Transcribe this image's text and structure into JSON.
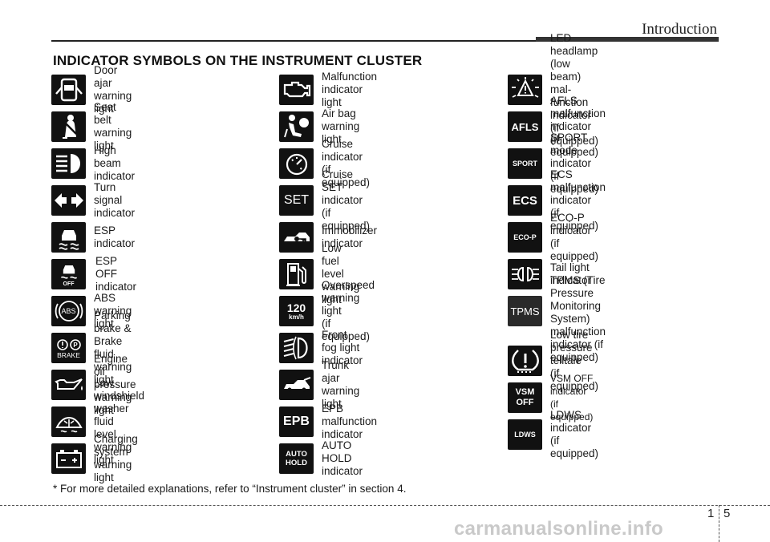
{
  "header": {
    "section": "Introduction",
    "heading": "INDICATOR SYMBOLS ON THE INSTRUMENT CLUSTER"
  },
  "columns": [
    [
      {
        "icon": "door-ajar-icon",
        "label": "Door ajar warning light"
      },
      {
        "icon": "seat-belt-icon",
        "label": "Seat belt warning light"
      },
      {
        "icon": "high-beam-icon",
        "label": "High beam indicator"
      },
      {
        "icon": "turn-signal-icon",
        "label": "Turn signal indicator"
      },
      {
        "icon": "esp-icon",
        "label": "ESP indicator"
      },
      {
        "icon": "esp-off-icon",
        "label": "ESP OFF indicator",
        "icon_text": "OFF"
      },
      {
        "icon": "abs-icon",
        "label": "ABS warning light",
        "icon_text": "ABS"
      },
      {
        "icon": "brake-icon",
        "label": "Parking brake & Brake fluid\nwarning light",
        "icon_text": "BRAKE"
      },
      {
        "icon": "oil-pressure-icon",
        "label": "Engine oil pressure warning\nlight"
      },
      {
        "icon": "washer-fluid-icon",
        "label": "Low windshield washer fluid\nlevel warning light"
      },
      {
        "icon": "battery-icon",
        "label": "Charging system warning light"
      }
    ],
    [
      {
        "icon": "engine-icon",
        "label": "Malfunction indicator light"
      },
      {
        "icon": "airbag-icon",
        "label": "Air bag warning light"
      },
      {
        "icon": "cruise-icon",
        "label": "Cruise indicator (if equipped)"
      },
      {
        "icon": "cruise-set-icon",
        "label": "Cruise SET indicator\n(if equipped)",
        "icon_text": "SET"
      },
      {
        "icon": "immobilizer-icon",
        "label": "Immobilizer indicator"
      },
      {
        "icon": "fuel-icon",
        "label": "Low fuel level warning light"
      },
      {
        "icon": "overspeed-icon",
        "label": "Overspeed warning light\n(if equipped)",
        "icon_text": "120",
        "icon_text2": "km/h"
      },
      {
        "icon": "front-fog-icon",
        "label": "Front fog light indicator"
      },
      {
        "icon": "trunk-ajar-icon",
        "label": "Trunk ajar warning light"
      },
      {
        "icon": "epb-icon",
        "label": "EPB malfunction indicator",
        "icon_text": "EPB"
      },
      {
        "icon": "auto-hold-icon",
        "label": "AUTO HOLD indicator",
        "icon_text": "AUTO",
        "icon_text2": "HOLD"
      }
    ],
    [
      {
        "icon": "led-headlamp-icon",
        "label": "LED headlamp (low beam) mal-\nfunction indicator (if equipped)"
      },
      {
        "icon": "afls-icon",
        "label": "AFLS malfunction indicator\n(if equipped)",
        "icon_text": "AFLS"
      },
      {
        "icon": "sport-icon",
        "label": "SPORT mode indicator\n(if equipped)",
        "icon_text": "SPORT"
      },
      {
        "icon": "ecs-icon",
        "label": "ECS malfunction indicator\n(if equipped)",
        "icon_text": "ECS"
      },
      {
        "icon": "eco-p-icon",
        "label": "ECO-P indicator (if equipped)",
        "icon_text": "ECO-P"
      },
      {
        "icon": "tail-light-icon",
        "label": "Tail light indicator"
      },
      {
        "icon": "tpms-icon",
        "label": "TPMS (Tire Pressure\nMonitoring System) malfunction\nindicator (if equipped)",
        "icon_text": "TPMS"
      },
      {
        "icon": "low-tire-pressure-icon",
        "label": "Low tire pressure telltale\n(if equipped)"
      },
      {
        "icon": "vsm-off-icon",
        "label": "VSM OFF indicator (if equipped)",
        "icon_text": "VSM",
        "icon_text2": "OFF"
      },
      {
        "icon": "ldws-icon",
        "label": "LDWS indicator (if equipped)",
        "icon_text": "LDWS"
      }
    ]
  ],
  "footnote": "* For more detailed explanations, refer to “Instrument cluster” in section 4.",
  "page": {
    "chapter": "1",
    "number": "5"
  },
  "watermark": "carmanualsonline.info"
}
